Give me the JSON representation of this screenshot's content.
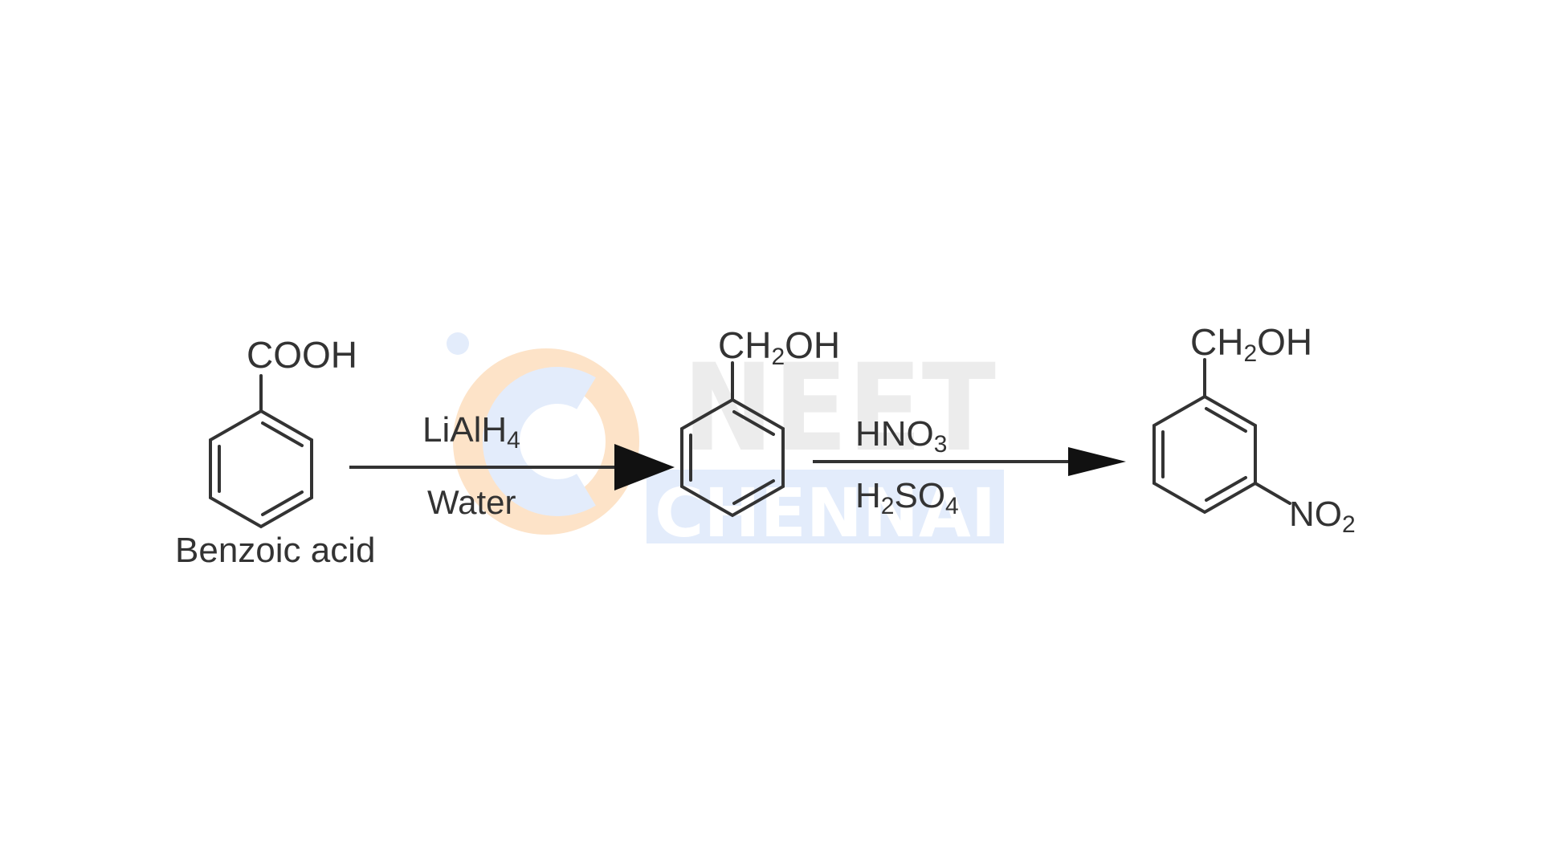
{
  "watermark": {
    "brand_top": "NEET",
    "brand_bottom": "CHENNAI",
    "colors": {
      "orange": "#fde3c8",
      "blue": "#e3ecfb",
      "gray": "#ececec"
    }
  },
  "molecule_1": {
    "substituent": "COOH",
    "name": "Benzoic acid"
  },
  "arrow_1": {
    "reagent_top": {
      "main": "LiAlH",
      "sub": "4"
    },
    "reagent_bottom": "Water"
  },
  "molecule_2": {
    "substituent": {
      "a": "CH",
      "sub": "2",
      "b": "OH"
    }
  },
  "arrow_2": {
    "reagent_top": {
      "main": "HNO",
      "sub": "3"
    },
    "reagent_bottom": {
      "a": "H",
      "sub1": "2",
      "b": "SO",
      "sub2": "4"
    }
  },
  "molecule_3": {
    "substituent": {
      "a": "CH",
      "sub": "2",
      "b": "OH"
    },
    "meta_group": {
      "main": "NO",
      "sub": "2"
    }
  },
  "colors": {
    "ink": "#333333",
    "background": "#ffffff"
  }
}
